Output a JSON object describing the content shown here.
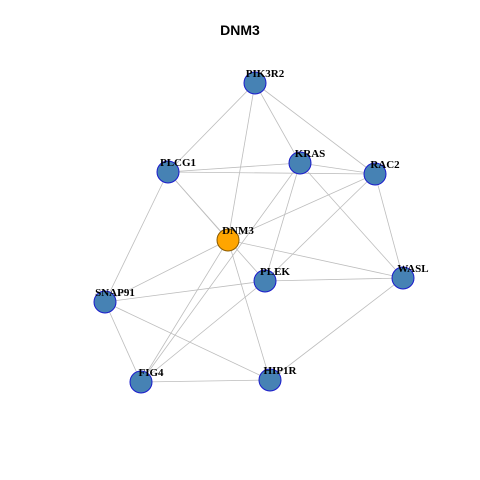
{
  "title": "DNM3",
  "colors": {
    "node_fill": "#4682B4",
    "node_stroke": "#1a1acc",
    "center_fill": "#FFA500",
    "center_stroke": "#8a5a00",
    "edge": "#bdbdbd"
  },
  "nodes": [
    {
      "id": "PIK3R2",
      "label": "PIK3R2",
      "center": false
    },
    {
      "id": "KRAS",
      "label": "KRAS",
      "center": false
    },
    {
      "id": "PLCG1",
      "label": "PLCG1",
      "center": false
    },
    {
      "id": "RAC2",
      "label": "RAC2",
      "center": false
    },
    {
      "id": "DNM3",
      "label": "DNM3",
      "center": true
    },
    {
      "id": "PLEK",
      "label": "PLEK",
      "center": false
    },
    {
      "id": "WASL",
      "label": "WASL",
      "center": false
    },
    {
      "id": "SNAP91",
      "label": "SNAP91",
      "center": false
    },
    {
      "id": "FIG4",
      "label": "FIG4",
      "center": false
    },
    {
      "id": "HIP1R",
      "label": "HIP1R",
      "center": false
    }
  ],
  "edges": [
    [
      "PIK3R2",
      "PLCG1"
    ],
    [
      "PIK3R2",
      "KRAS"
    ],
    [
      "PIK3R2",
      "RAC2"
    ],
    [
      "PIK3R2",
      "DNM3"
    ],
    [
      "PLCG1",
      "KRAS"
    ],
    [
      "PLCG1",
      "RAC2"
    ],
    [
      "PLCG1",
      "DNM3"
    ],
    [
      "PLCG1",
      "SNAP91"
    ],
    [
      "PLCG1",
      "PLEK"
    ],
    [
      "KRAS",
      "RAC2"
    ],
    [
      "KRAS",
      "PLEK"
    ],
    [
      "KRAS",
      "WASL"
    ],
    [
      "KRAS",
      "FIG4"
    ],
    [
      "RAC2",
      "DNM3"
    ],
    [
      "RAC2",
      "PLEK"
    ],
    [
      "RAC2",
      "WASL"
    ],
    [
      "DNM3",
      "WASL"
    ],
    [
      "DNM3",
      "SNAP91"
    ],
    [
      "DNM3",
      "HIP1R"
    ],
    [
      "DNM3",
      "FIG4"
    ],
    [
      "PLEK",
      "WASL"
    ],
    [
      "PLEK",
      "SNAP91"
    ],
    [
      "PLEK",
      "FIG4"
    ],
    [
      "WASL",
      "HIP1R"
    ],
    [
      "SNAP91",
      "FIG4"
    ],
    [
      "SNAP91",
      "HIP1R"
    ],
    [
      "FIG4",
      "HIP1R"
    ]
  ]
}
